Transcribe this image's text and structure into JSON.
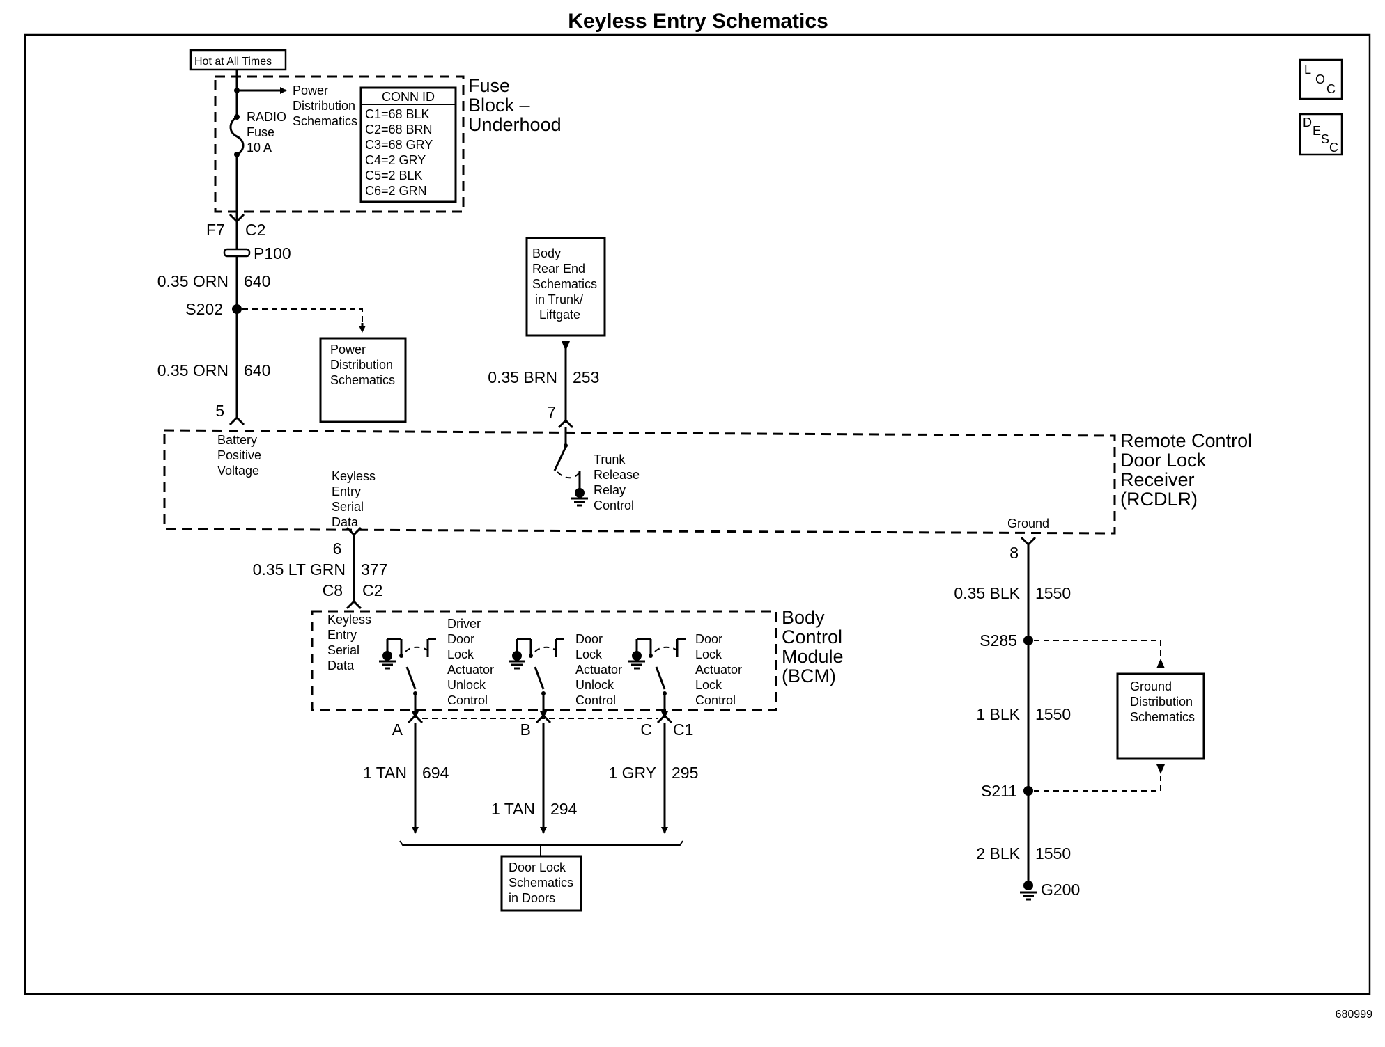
{
  "title": "Keyless Entry Schematics",
  "doc_number": "680999",
  "nav_icons": [
    {
      "name": "loc-icon",
      "letters": [
        "L",
        "O",
        "C"
      ]
    },
    {
      "name": "desc-icon",
      "letters": [
        "D",
        "E",
        "S",
        "C"
      ]
    }
  ],
  "fuse_block": {
    "hot_label": "Hot at All Times",
    "power_ref": [
      "Power",
      "Distribution",
      "Schematics"
    ],
    "fuse": [
      "RADIO",
      "Fuse",
      "10 A"
    ],
    "conn_header": "CONN ID",
    "conn": [
      "C1=68 BLK",
      "C2=68 BRN",
      "C3=68 GRY",
      "C4=2 GRY",
      "C5=2 BLK",
      "C6=2 GRN"
    ],
    "name": [
      "Fuse",
      "Block –",
      "Underhood"
    ]
  },
  "power_circuit": {
    "terminal": "F7",
    "connector": "C2",
    "inline": "P100",
    "wire1_color": "0.35 ORN",
    "wire1_num": "640",
    "splice": "S202",
    "wire2_color": "0.35 ORN",
    "wire2_num": "640",
    "pin": "5",
    "ref_box": [
      "Power",
      "Distribution",
      "Schematics"
    ]
  },
  "trunk_circuit": {
    "ref_box": [
      "Body",
      "Rear End",
      "Schematics",
      "in Trunk/",
      "Liftgate"
    ],
    "wire_color": "0.35 BRN",
    "wire_num": "253",
    "pin": "7"
  },
  "rcdlr": {
    "name": [
      "Remote Control",
      "Door Lock",
      "Receiver",
      "(RCDLR)"
    ],
    "battery": [
      "Battery",
      "Positive",
      "Voltage"
    ],
    "serial": [
      "Keyless",
      "Entry",
      "Serial",
      "Data"
    ],
    "trunk": [
      "Trunk",
      "Release",
      "Relay",
      "Control"
    ],
    "ground": "Ground"
  },
  "serial_circuit": {
    "pin": "6",
    "wire_color": "0.35 LT GRN",
    "wire_num": "377",
    "bcm_terminal": "C8",
    "bcm_connector": "C2"
  },
  "bcm": {
    "name": [
      "Body",
      "Control",
      "Module",
      "(BCM)"
    ],
    "serial": [
      "Keyless",
      "Entry",
      "Serial",
      "Data"
    ],
    "driver_unlock": [
      "Driver",
      "Door",
      "Lock",
      "Actuator",
      "Unlock",
      "Control"
    ],
    "door_unlock": [
      "Door",
      "Lock",
      "Actuator",
      "Unlock",
      "Control"
    ],
    "door_lock": [
      "Door",
      "Lock",
      "Actuator",
      "Lock",
      "Control"
    ]
  },
  "bcm_outputs": {
    "pin_a": "A",
    "pin_b": "B",
    "pin_c": "C",
    "connector": "C1",
    "a_color": "1 TAN",
    "a_num": "694",
    "b_color": "1 TAN",
    "b_num": "294",
    "c_color": "1 GRY",
    "c_num": "295",
    "ref_box": [
      "Door Lock",
      "Schematics",
      "in Doors"
    ]
  },
  "ground_circuit": {
    "pin": "8",
    "w1_color": "0.35 BLK",
    "w1_num": "1550",
    "splice1": "S285",
    "w2_color": "1 BLK",
    "w2_num": "1550",
    "splice2": "S211",
    "w3_color": "2 BLK",
    "w3_num": "1550",
    "ground": "G200",
    "ref_box": [
      "Ground",
      "Distribution",
      "Schematics"
    ]
  }
}
